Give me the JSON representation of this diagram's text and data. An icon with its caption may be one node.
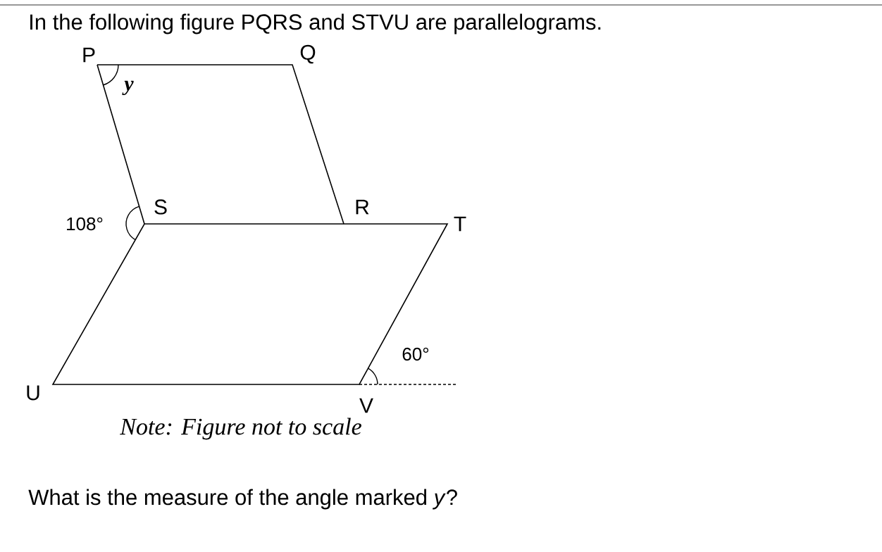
{
  "diagram": {
    "title": "In the following figure PQRS and STVU are parallelograms.",
    "caption": "What is the measure of the angle marked *y*?",
    "labels": [
      "P",
      "Q",
      "y",
      "S",
      "R",
      "T",
      "108°",
      "60°",
      "U",
      "V",
      "Note: Figure not to scale"
    ]
  }
}
